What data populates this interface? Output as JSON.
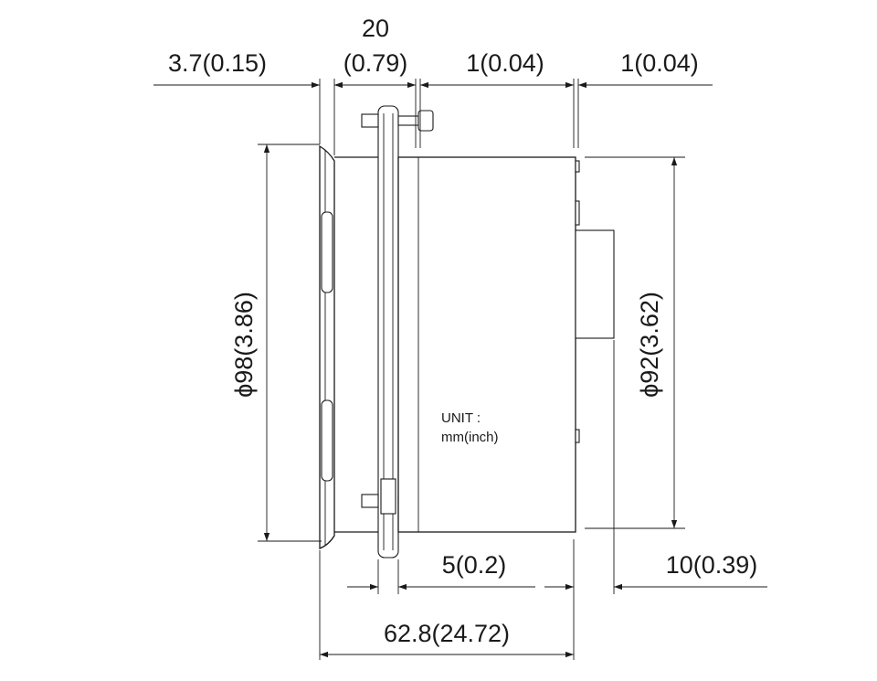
{
  "dimensions": {
    "top_left": "3.7(0.15)",
    "top_mid_line1": "20",
    "top_mid_line2": "(0.79)",
    "top_right_a": "1(0.04)",
    "top_right_b": "1(0.04)",
    "left_diameter": "ϕ98(3.86)",
    "right_diameter": "ϕ92(3.62)",
    "bottom_small": "5(0.2)",
    "bottom_right": "10(0.39)",
    "bottom_total": "62.8(24.72)"
  },
  "unit_note": {
    "line1": "UNIT :",
    "line2": "mm(inch)"
  },
  "colors": {
    "line": "#1a1a1a",
    "background": "#ffffff"
  }
}
